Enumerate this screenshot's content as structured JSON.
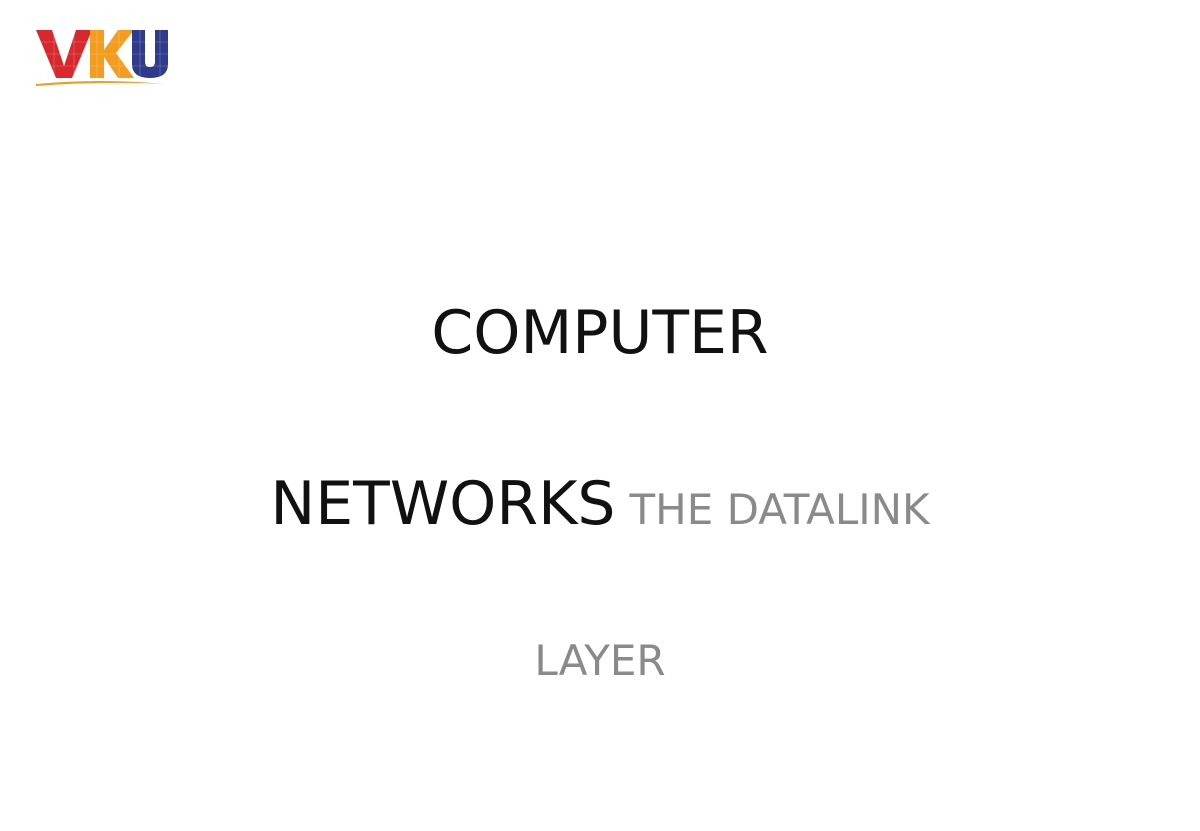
{
  "logo": {
    "text": "VKU",
    "colors": {
      "v": "#d9272e",
      "k": "#f39c1e",
      "u": "#2e3a8c",
      "swoosh": "#f39c1e"
    }
  },
  "title": {
    "line1": "COMPUTER",
    "line2_main": "NETWORKS",
    "line2_sub": "THE DATALINK",
    "line3": "LAYER"
  },
  "colors": {
    "primary_text": "#111111",
    "secondary_text": "#8a8a8a"
  }
}
